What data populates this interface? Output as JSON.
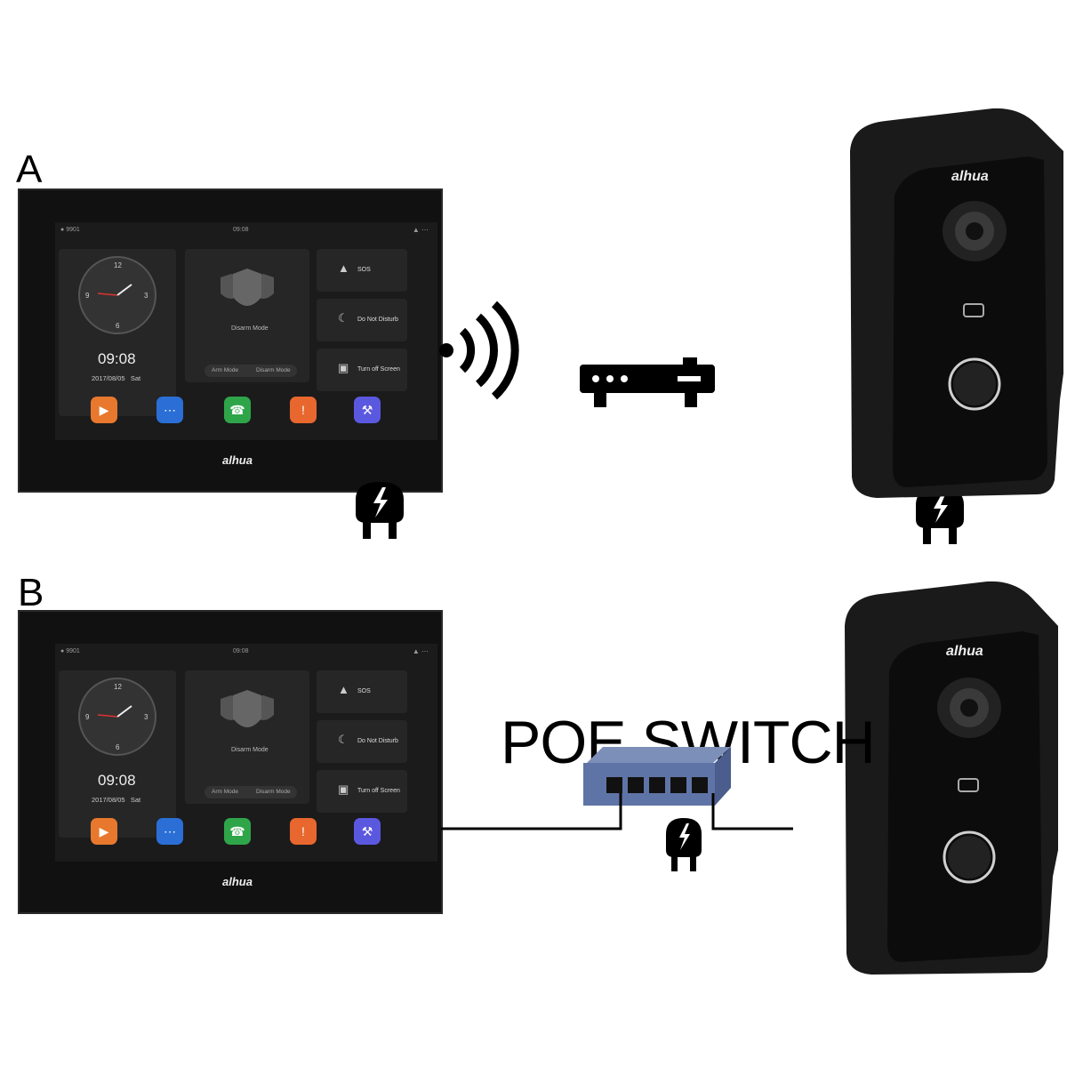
{
  "labels": {
    "a": "A",
    "b": "B"
  },
  "monitor": {
    "room": "9901",
    "status_time": "09:08",
    "clock_numbers": [
      "12",
      "3",
      "6",
      "9"
    ],
    "time": "09:08",
    "date": "2017/08/05",
    "day": "Sat",
    "security_title": "Disarm Mode",
    "mode_arm": "Arm Mode",
    "mode_disarm": "Disarm Mode",
    "side_buttons": [
      "SOS",
      "Do Not Disturb",
      "Turn off Screen"
    ],
    "apps": [
      {
        "icon": "video-camera-icon",
        "color": "#e8782e"
      },
      {
        "icon": "message-icon",
        "color": "#2b6fd6"
      },
      {
        "icon": "phone-icon",
        "color": "#2fa54a"
      },
      {
        "icon": "alarm-icon",
        "color": "#e8672e"
      },
      {
        "icon": "wrench-icon",
        "color": "#5b58e0"
      }
    ],
    "brand": "alhua"
  },
  "doorbell": {
    "brand": "alhua"
  },
  "poe_switch_label": "POE SWITCH"
}
